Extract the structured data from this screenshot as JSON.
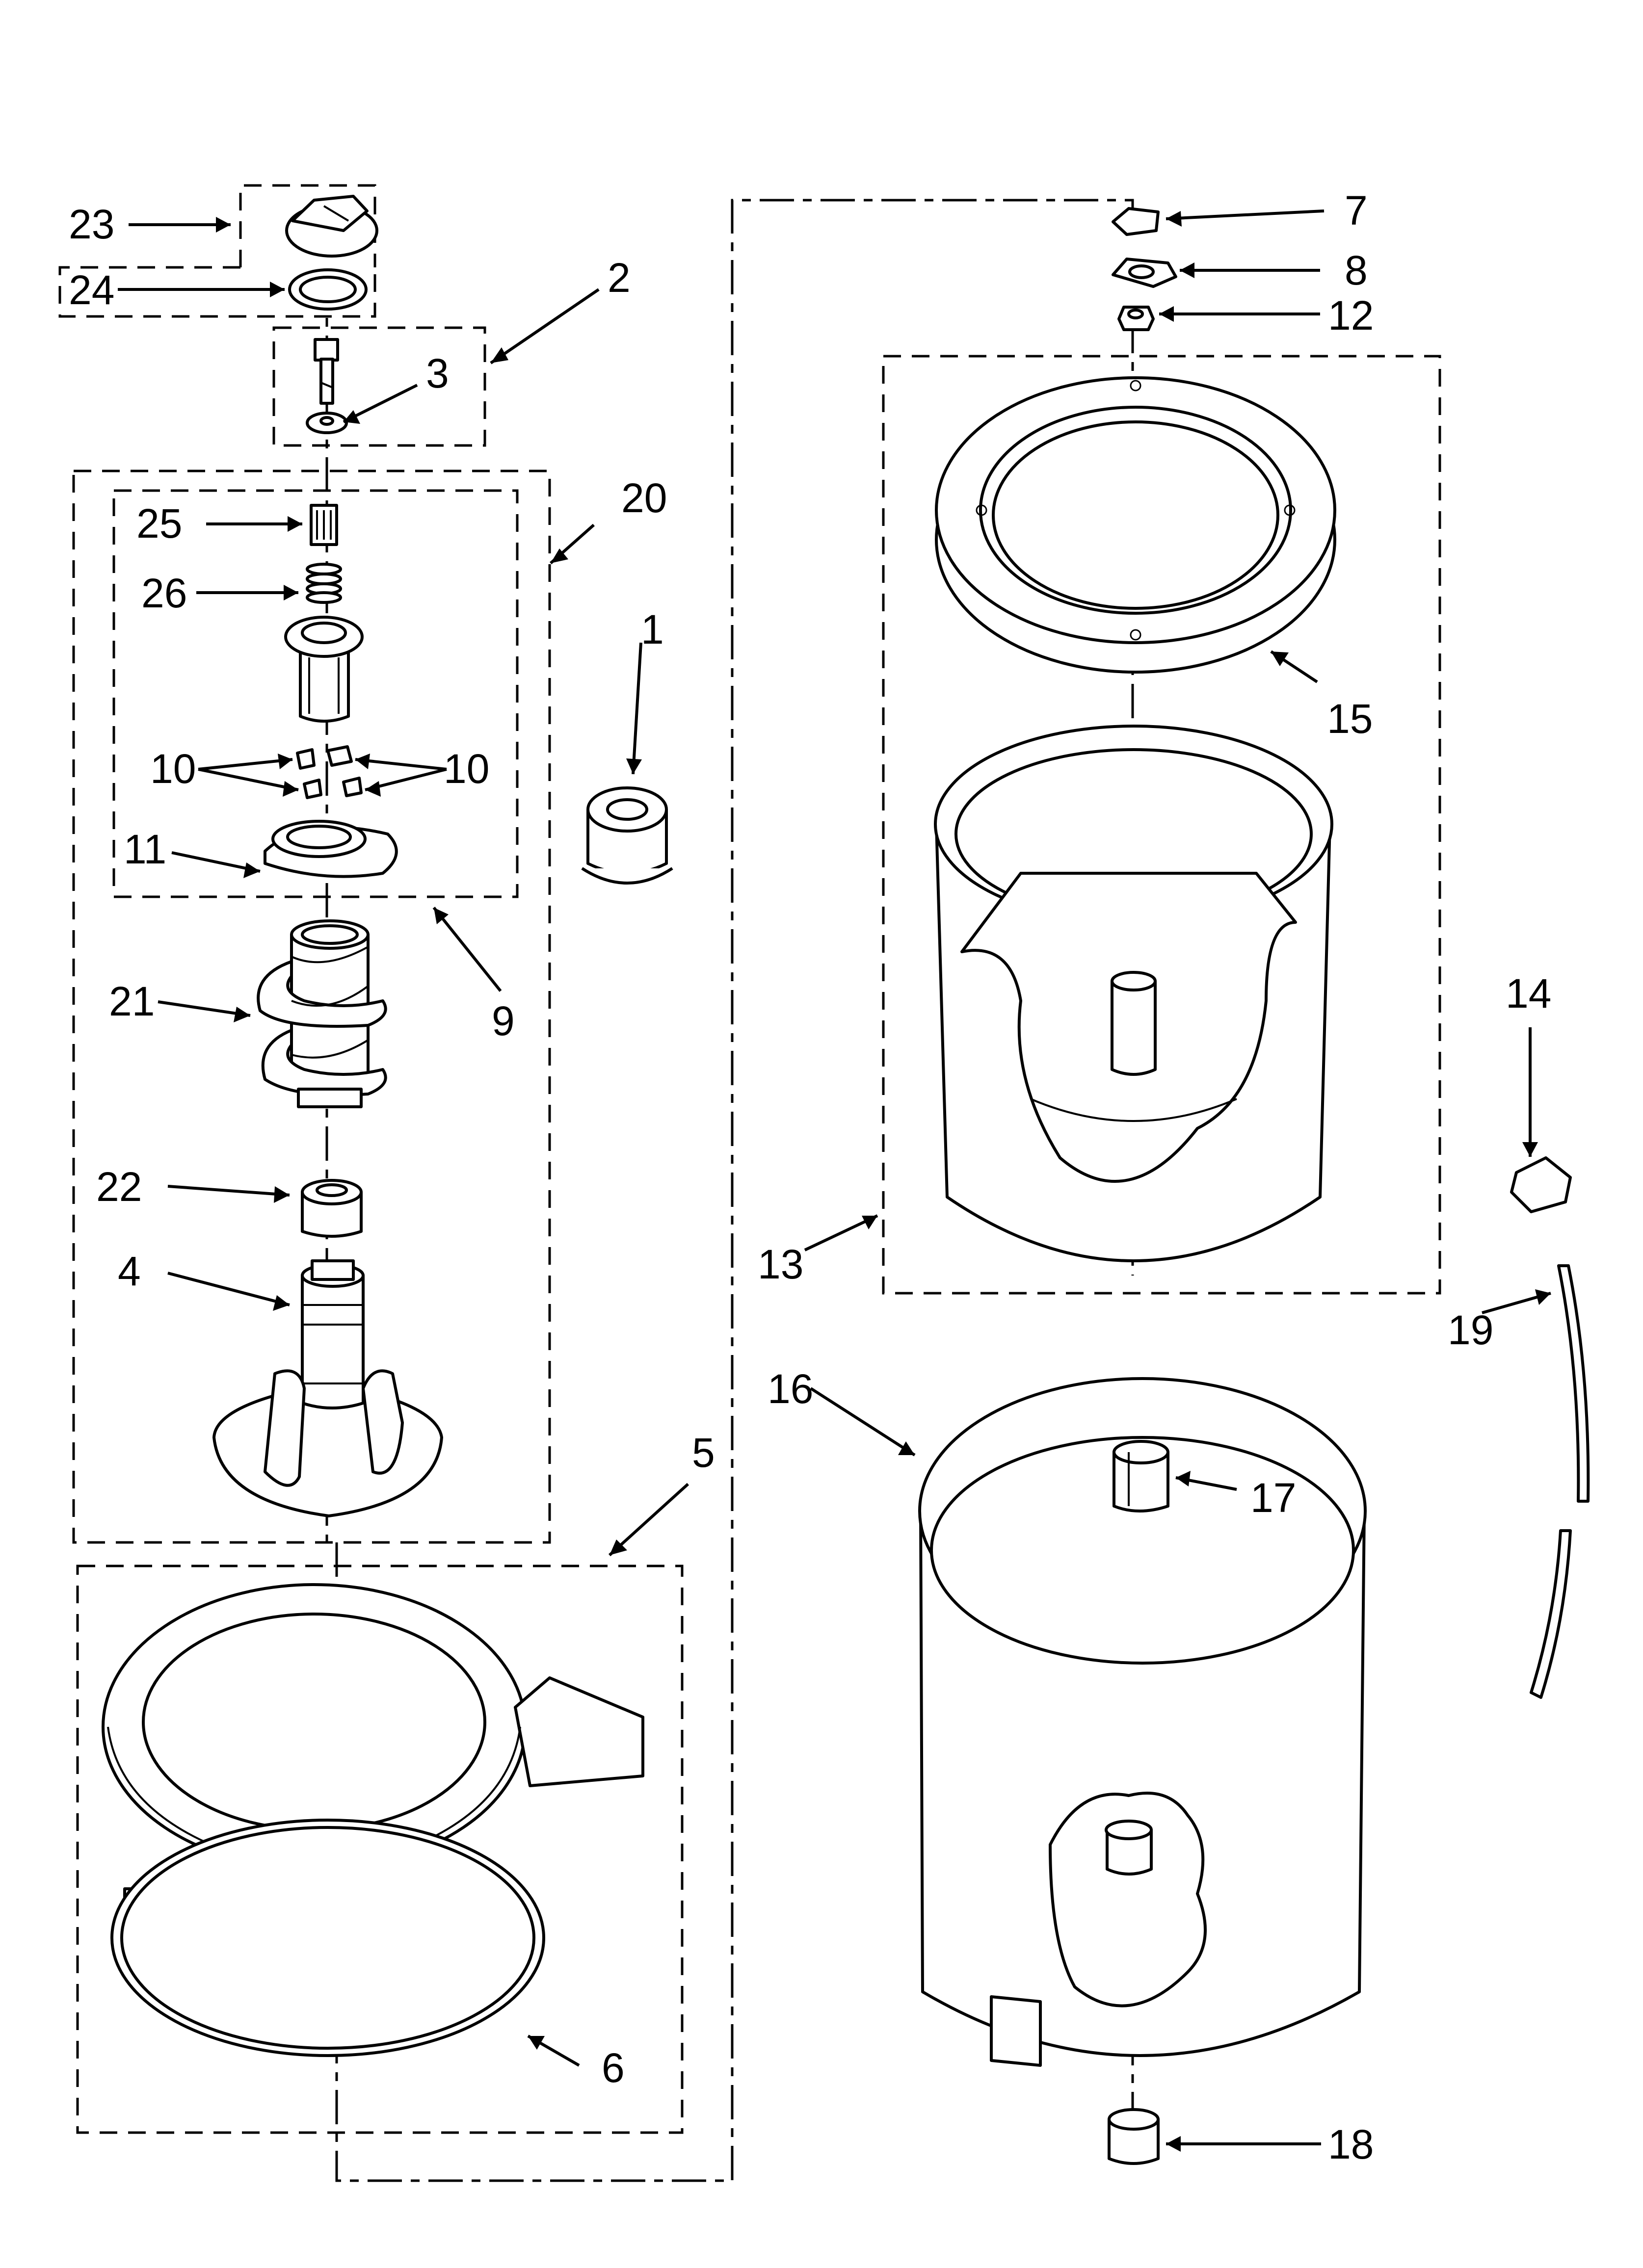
{
  "callouts": {
    "c1": "1",
    "c2": "2",
    "c3": "3",
    "c4": "4",
    "c5": "5",
    "c6": "6",
    "c7": "7",
    "c8": "8",
    "c9": "9",
    "c10a": "10",
    "c10b": "10",
    "c11": "11",
    "c12": "12",
    "c13": "13",
    "c14": "14",
    "c15": "15",
    "c16": "16",
    "c17": "17",
    "c18": "18",
    "c19": "19",
    "c20": "20",
    "c21": "21",
    "c22": "22",
    "c23": "23",
    "c24": "24",
    "c25": "25",
    "c26": "26"
  },
  "parts": [
    {
      "id": "1",
      "icon": "bushing-icon"
    },
    {
      "id": "3",
      "icon": "bolt-icon"
    },
    {
      "id": "4",
      "icon": "agitator-base-icon"
    },
    {
      "id": "6",
      "icon": "ring-seal-icon"
    },
    {
      "id": "5",
      "icon": "tub-ring-icon"
    },
    {
      "id": "7",
      "icon": "clip-icon"
    },
    {
      "id": "8",
      "icon": "washer-icon"
    },
    {
      "id": "12",
      "icon": "nut-icon"
    },
    {
      "id": "13",
      "icon": "basket-icon"
    },
    {
      "id": "14",
      "icon": "clip-icon"
    },
    {
      "id": "15",
      "icon": "balance-ring-icon"
    },
    {
      "id": "16",
      "icon": "outer-tub-icon"
    },
    {
      "id": "17",
      "icon": "seal-icon"
    },
    {
      "id": "18",
      "icon": "grommet-icon"
    },
    {
      "id": "19",
      "icon": "hose-icon"
    },
    {
      "id": "21",
      "icon": "auger-icon"
    },
    {
      "id": "22",
      "icon": "ratchet-icon"
    },
    {
      "id": "23",
      "icon": "cap-icon"
    },
    {
      "id": "24",
      "icon": "o-ring-icon"
    },
    {
      "id": "25",
      "icon": "drive-icon"
    },
    {
      "id": "26",
      "icon": "spring-icon"
    }
  ]
}
